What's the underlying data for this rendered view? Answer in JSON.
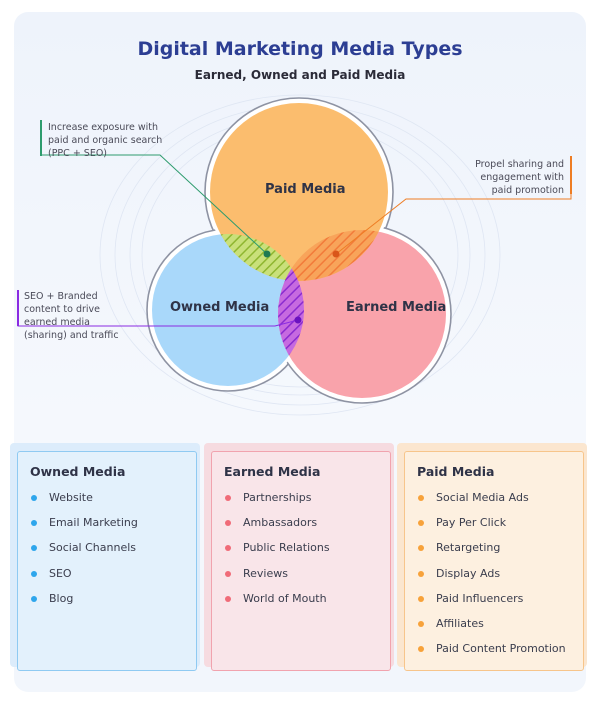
{
  "title": "Digital Marketing Media Types",
  "subtitle": "Earned, Owned and Paid Media",
  "colors": {
    "owned": "#2ea6ec",
    "earned": "#f06b78",
    "paid": "#f7a23a",
    "green_note": "#2e9c6e",
    "orange_note": "#ee7d24",
    "purple_note": "#8a2be2",
    "title": "#2c3e93"
  },
  "venn": {
    "paid_label": "Paid Media",
    "owned_label": "Owned Media",
    "earned_label": "Earned Media"
  },
  "notes": {
    "paid_owned": "Increase exposure with paid and organic search (PPC + SEO)",
    "paid_earned": "Propel sharing and engagement with paid promotion",
    "owned_earned": "SEO + Branded content to drive earned media (sharing) and traffic"
  },
  "cards": {
    "owned": {
      "title": "Owned Media",
      "items": [
        "Website",
        "Email Marketing",
        "Social Channels",
        "SEO",
        "Blog"
      ]
    },
    "earned": {
      "title": "Earned Media",
      "items": [
        "Partnerships",
        "Ambassadors",
        "Public Relations",
        "Reviews",
        "World of Mouth"
      ]
    },
    "paid": {
      "title": "Paid Media",
      "items": [
        "Social Media Ads",
        "Pay Per Click",
        "Retargeting",
        "Display Ads",
        "Paid Influencers",
        "Affiliates",
        "Paid Content Promotion"
      ]
    }
  }
}
